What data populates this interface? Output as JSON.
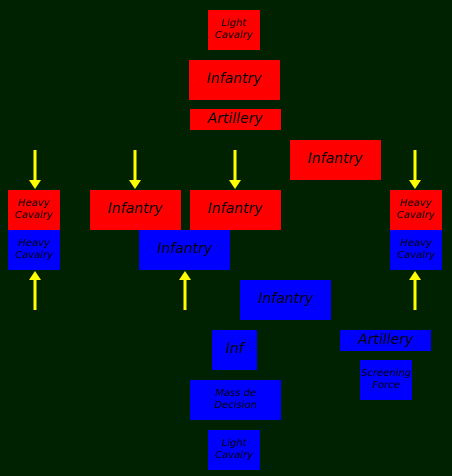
{
  "colors": {
    "background": "#002200",
    "red_force": "#ff0000",
    "blue_force": "#0000ff",
    "arrow": "#ffff00"
  },
  "units": [
    {
      "label": "Light\nCavalry",
      "force": "red"
    },
    {
      "label": "Infantry",
      "force": "red"
    },
    {
      "label": "Artillery",
      "force": "red"
    },
    {
      "label": "Infantry",
      "force": "red"
    },
    {
      "label": "Heavy\nCavalry",
      "force": "red"
    },
    {
      "label": "Infantry",
      "force": "red"
    },
    {
      "label": "Infantry",
      "force": "red"
    },
    {
      "label": "Heavy\nCavalry",
      "force": "red"
    },
    {
      "label": "Heavy\nCavalry",
      "force": "blue"
    },
    {
      "label": "Infantry",
      "force": "blue"
    },
    {
      "label": "Heavy\nCavalry",
      "force": "blue"
    },
    {
      "label": "Infantry",
      "force": "blue"
    },
    {
      "label": "Inf",
      "force": "blue"
    },
    {
      "label": "Artillery",
      "force": "blue"
    },
    {
      "label": "Screening\nForce",
      "force": "blue"
    },
    {
      "label": "Mass de\nDecision",
      "force": "blue"
    },
    {
      "label": "Light\nCavalry",
      "force": "blue"
    }
  ],
  "arrows": [
    {
      "direction": "down",
      "target": "red-heavy-cavalry-left"
    },
    {
      "direction": "down",
      "target": "red-infantry-left"
    },
    {
      "direction": "down",
      "target": "red-infantry-center"
    },
    {
      "direction": "down",
      "target": "red-heavy-cavalry-right"
    },
    {
      "direction": "up",
      "target": "blue-heavy-cavalry-left"
    },
    {
      "direction": "up",
      "target": "blue-infantry-front"
    },
    {
      "direction": "up",
      "target": "blue-heavy-cavalry-right"
    }
  ]
}
